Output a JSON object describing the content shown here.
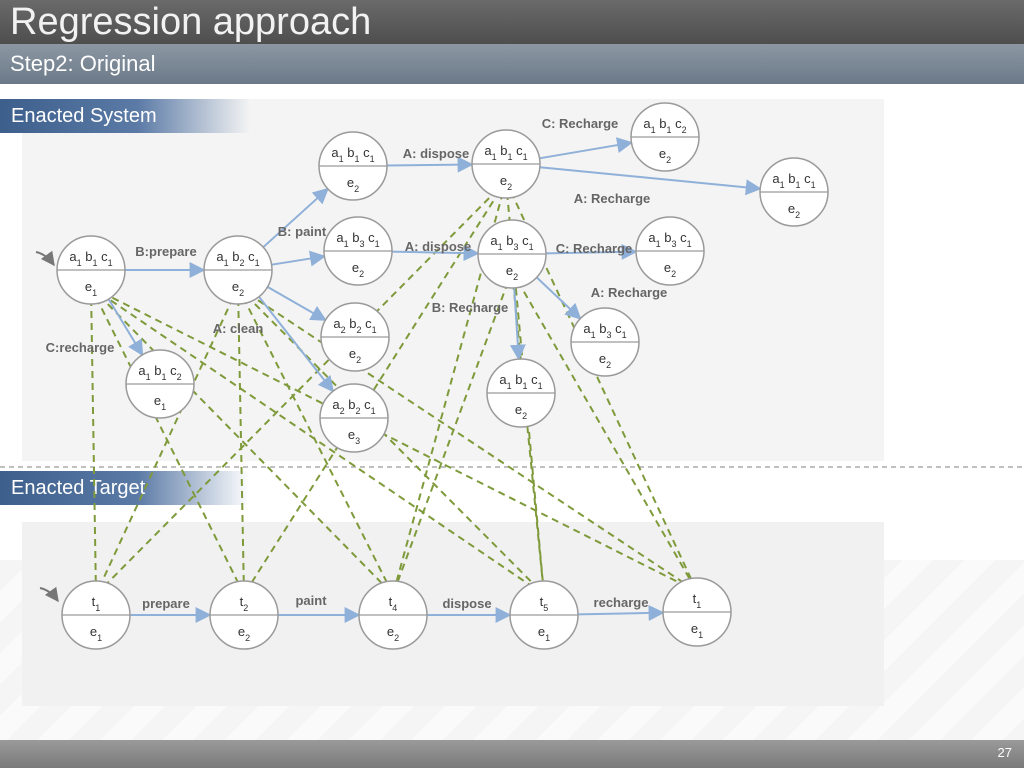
{
  "header": {
    "title": "Regression approach",
    "subtitle": "Step2: Original"
  },
  "sections": {
    "system": "Enacted System",
    "target": "Enacted Target"
  },
  "footer": {
    "page_number": "27"
  },
  "colors": {
    "edge": "#8fb0d8",
    "mapping": "#7f9a3a",
    "node_stroke": "#9a9a9a"
  },
  "system_nodes": [
    {
      "id": "s1",
      "top": [
        "a",
        "1",
        " b",
        "1",
        " c",
        "1"
      ],
      "bot": [
        "e",
        "1"
      ]
    },
    {
      "id": "s2",
      "top": [
        "a",
        "1",
        " b",
        "2",
        " c",
        "1"
      ],
      "bot": [
        "e",
        "2"
      ]
    },
    {
      "id": "s3",
      "top": [
        "a",
        "1",
        " b",
        "1",
        " c",
        "2"
      ],
      "bot": [
        "e",
        "1"
      ]
    },
    {
      "id": "s4",
      "top": [
        "a",
        "1",
        " b",
        "1",
        " c",
        "1"
      ],
      "bot": [
        "e",
        "2"
      ]
    },
    {
      "id": "s5",
      "top": [
        "a",
        "1",
        " b",
        "3",
        " c",
        "1"
      ],
      "bot": [
        "e",
        "2"
      ]
    },
    {
      "id": "s6",
      "top": [
        "a",
        "2",
        " b",
        "2",
        " c",
        "1"
      ],
      "bot": [
        "e",
        "2"
      ]
    },
    {
      "id": "s7",
      "top": [
        "a",
        "2",
        " b",
        "2",
        " c",
        "1"
      ],
      "bot": [
        "e",
        "3"
      ]
    },
    {
      "id": "s8",
      "top": [
        "a",
        "1",
        " b",
        "1",
        " c",
        "1"
      ],
      "bot": [
        "e",
        "2"
      ]
    },
    {
      "id": "s9",
      "top": [
        "a",
        "1",
        " b",
        "3",
        " c",
        "1"
      ],
      "bot": [
        "e",
        "2"
      ]
    },
    {
      "id": "s10",
      "top": [
        "a",
        "1",
        " b",
        "1",
        " c",
        "1"
      ],
      "bot": [
        "e",
        "2"
      ]
    },
    {
      "id": "s11",
      "top": [
        "a",
        "1",
        " b",
        "1",
        " c",
        "2"
      ],
      "bot": [
        "e",
        "2"
      ]
    },
    {
      "id": "s12",
      "top": [
        "a",
        "1",
        " b",
        "1",
        " c",
        "1"
      ],
      "bot": [
        "e",
        "2"
      ]
    },
    {
      "id": "s13",
      "top": [
        "a",
        "1",
        " b",
        "3",
        " c",
        "1"
      ],
      "bot": [
        "e",
        "2"
      ]
    },
    {
      "id": "s14",
      "top": [
        "a",
        "1",
        " b",
        "3",
        " c",
        "1"
      ],
      "bot": [
        "e",
        "2"
      ]
    }
  ],
  "system_edges": [
    {
      "from": "s1",
      "to": "s2",
      "label": "B:prepare"
    },
    {
      "from": "s1",
      "to": "s3",
      "label": "C:recharge"
    },
    {
      "from": "s2",
      "to": "s4",
      "label": "B: paint"
    },
    {
      "from": "s2",
      "to": "s5",
      "label": ""
    },
    {
      "from": "s2",
      "to": "s6",
      "label": "A: clean"
    },
    {
      "from": "s2",
      "to": "s7",
      "label": ""
    },
    {
      "from": "s4",
      "to": "s8",
      "label": "A: dispose"
    },
    {
      "from": "s5",
      "to": "s9",
      "label": "A: dispose"
    },
    {
      "from": "s8",
      "to": "s11",
      "label": "C: Recharge"
    },
    {
      "from": "s8",
      "to": "s12",
      "label": "A: Recharge"
    },
    {
      "from": "s9",
      "to": "s13",
      "label": "C: Recharge"
    },
    {
      "from": "s9",
      "to": "s14",
      "label": "A: Recharge"
    },
    {
      "from": "s9",
      "to": "s10",
      "label": "B: Recharge"
    }
  ],
  "target_nodes": [
    {
      "id": "t1",
      "top": [
        "t",
        "1"
      ],
      "bot": [
        "e",
        "1"
      ]
    },
    {
      "id": "t2",
      "top": [
        "t",
        "2"
      ],
      "bot": [
        "e",
        "2"
      ]
    },
    {
      "id": "t3",
      "top": [
        "t",
        "4"
      ],
      "bot": [
        "e",
        "2"
      ]
    },
    {
      "id": "t4",
      "top": [
        "t",
        "5"
      ],
      "bot": [
        "e",
        "1"
      ]
    },
    {
      "id": "t5",
      "top": [
        "t",
        "1"
      ],
      "bot": [
        "e",
        "1"
      ]
    }
  ],
  "target_edges": [
    {
      "from": "t1",
      "to": "t2",
      "label": "prepare"
    },
    {
      "from": "t2",
      "to": "t3",
      "label": "paint"
    },
    {
      "from": "t3",
      "to": "t4",
      "label": "dispose"
    },
    {
      "from": "t4",
      "to": "t5",
      "label": "recharge"
    }
  ],
  "mappings": [
    [
      "s1",
      "t1"
    ],
    [
      "s1",
      "t2"
    ],
    [
      "s1",
      "t3"
    ],
    [
      "s1",
      "t4"
    ],
    [
      "s1",
      "t5"
    ],
    [
      "s2",
      "t1"
    ],
    [
      "s2",
      "t2"
    ],
    [
      "s2",
      "t3"
    ],
    [
      "s2",
      "t4"
    ],
    [
      "s2",
      "t5"
    ],
    [
      "s8",
      "t1"
    ],
    [
      "s8",
      "t2"
    ],
    [
      "s8",
      "t3"
    ],
    [
      "s8",
      "t4"
    ],
    [
      "s8",
      "t5"
    ],
    [
      "s9",
      "t3"
    ],
    [
      "s9",
      "t4"
    ],
    [
      "s9",
      "t5"
    ]
  ]
}
